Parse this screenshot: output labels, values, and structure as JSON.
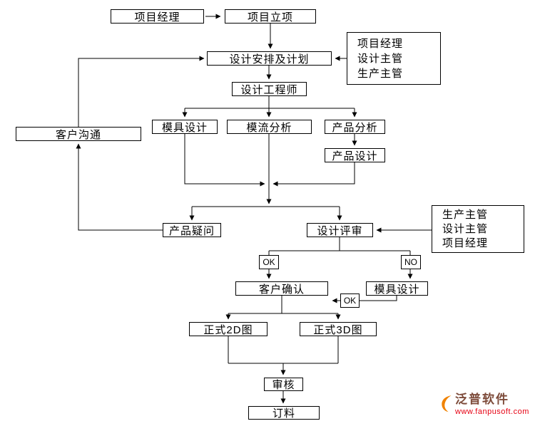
{
  "nodes": {
    "project_manager": "项目经理",
    "project_initiation": "项目立项",
    "design_plan": "设计安排及计划",
    "design_engineer": "设计工程师",
    "mold_design": "模具设计",
    "moldflow_analysis": "模流分析",
    "product_analysis": "产品分析",
    "product_design": "产品设计",
    "customer_communication": "客户沟通",
    "product_question": "产品疑问",
    "design_review": "设计评审",
    "customer_confirm": "客户确认",
    "mold_design_redo": "模具设计",
    "official_2d": "正式2D图",
    "official_3d": "正式3D图",
    "review": "审核",
    "order_material": "订料"
  },
  "side_notes": {
    "plan_participants": [
      "项目经理",
      "设计主管",
      "生产主管"
    ],
    "review_participants": [
      "生产主管",
      "设计主管",
      "项目经理"
    ]
  },
  "decision_labels": {
    "review_ok": "OK",
    "review_no": "NO",
    "confirm_ok": "OK"
  },
  "logo": {
    "brand": "泛普软件",
    "url": "www.fanpusoft.com",
    "accent_color": "#f08200",
    "brand_color": "#7d4b3a",
    "url_color": "#e60012"
  }
}
